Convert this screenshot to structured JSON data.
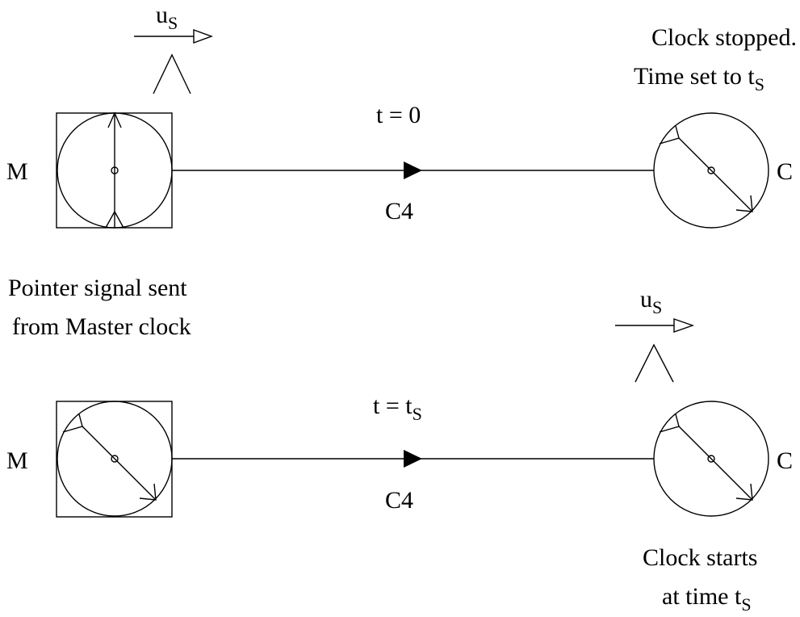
{
  "colors": {
    "ink": "#000000",
    "background": "#ffffff"
  },
  "top": {
    "master_label": "M",
    "clock_label": "C",
    "time_main": "t = 0",
    "time_sub": "",
    "signal_label": "C4",
    "velocity_main": "u",
    "velocity_sub": "S",
    "note_line1": "Clock stopped.",
    "note_line2_main": "Time set to t",
    "note_line2_sub": "S"
  },
  "middle": {
    "caption_line1": "Pointer signal sent",
    "caption_line2": "from Master clock"
  },
  "bottom": {
    "master_label": "M",
    "clock_label": "C",
    "time_main": "t = t",
    "time_sub": "S",
    "signal_label": "C4",
    "velocity_main": "u",
    "velocity_sub": "S",
    "note_line1": "Clock starts",
    "note_line2_main": "at time t",
    "note_line2_sub": "S"
  }
}
